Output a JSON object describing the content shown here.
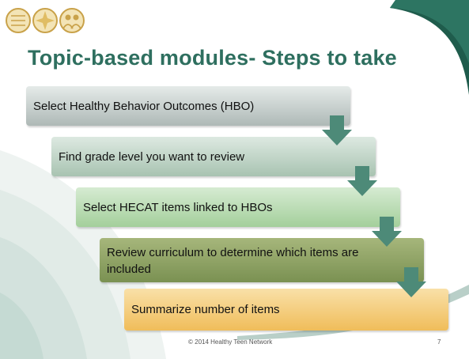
{
  "slide": {
    "title": "Topic-based modules- Steps to take",
    "steps": [
      {
        "label": "Select Healthy Behavior Outcomes (HBO)"
      },
      {
        "label": "Find grade level you want to review"
      },
      {
        "label": "Select HECAT items linked to HBOs"
      },
      {
        "label": "Review curriculum to determine which items are included"
      },
      {
        "label": "Summarize number of items"
      }
    ],
    "footer": "© 2014  Healthy Teen Network",
    "page_number": "7"
  },
  "colors": {
    "title": "#2e6f5f",
    "arrow": "#4d8a78",
    "step_5": "#f0bd5a"
  }
}
